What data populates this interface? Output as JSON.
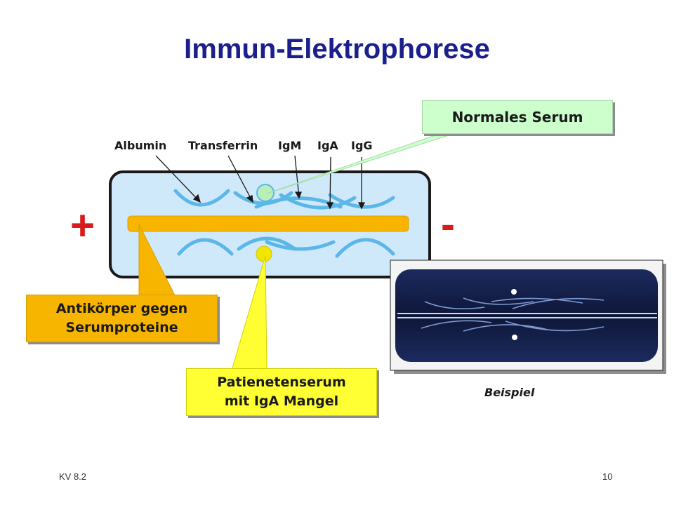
{
  "title": "Immun-Elektrophorese",
  "protein_labels": {
    "albumin": "Albumin",
    "transferrin": "Transferrin",
    "igm": "IgM",
    "iga": "IgA",
    "igg": "IgG"
  },
  "signs": {
    "anode": "+",
    "cathode": "-"
  },
  "callouts": {
    "normal_serum": "Normales Serum",
    "antibodies_line1": "Antikörper gegen",
    "antibodies_line2": "Serumproteine",
    "patient_line1": "Patienetenserum",
    "patient_line2": "mit IgA Mangel"
  },
  "photo_caption": "Beispiel",
  "footer": {
    "left": "KV 8.2",
    "page_number": "10"
  },
  "colors": {
    "title": "#1a1f8c",
    "gel_fill": "#cfe9fb",
    "gel_border": "#1a1a1a",
    "precipitation_arc": "#5bb7e8",
    "antibody_trough": "#f7b500",
    "sign": "#d81b1b",
    "normal_serum_box": "#ccffcc",
    "normal_serum_well": "#b8f0b8",
    "patient_box": "#ffff33",
    "patient_well": "#f2e600",
    "antibody_box": "#f7b500",
    "photo_bg": "#121c44"
  }
}
